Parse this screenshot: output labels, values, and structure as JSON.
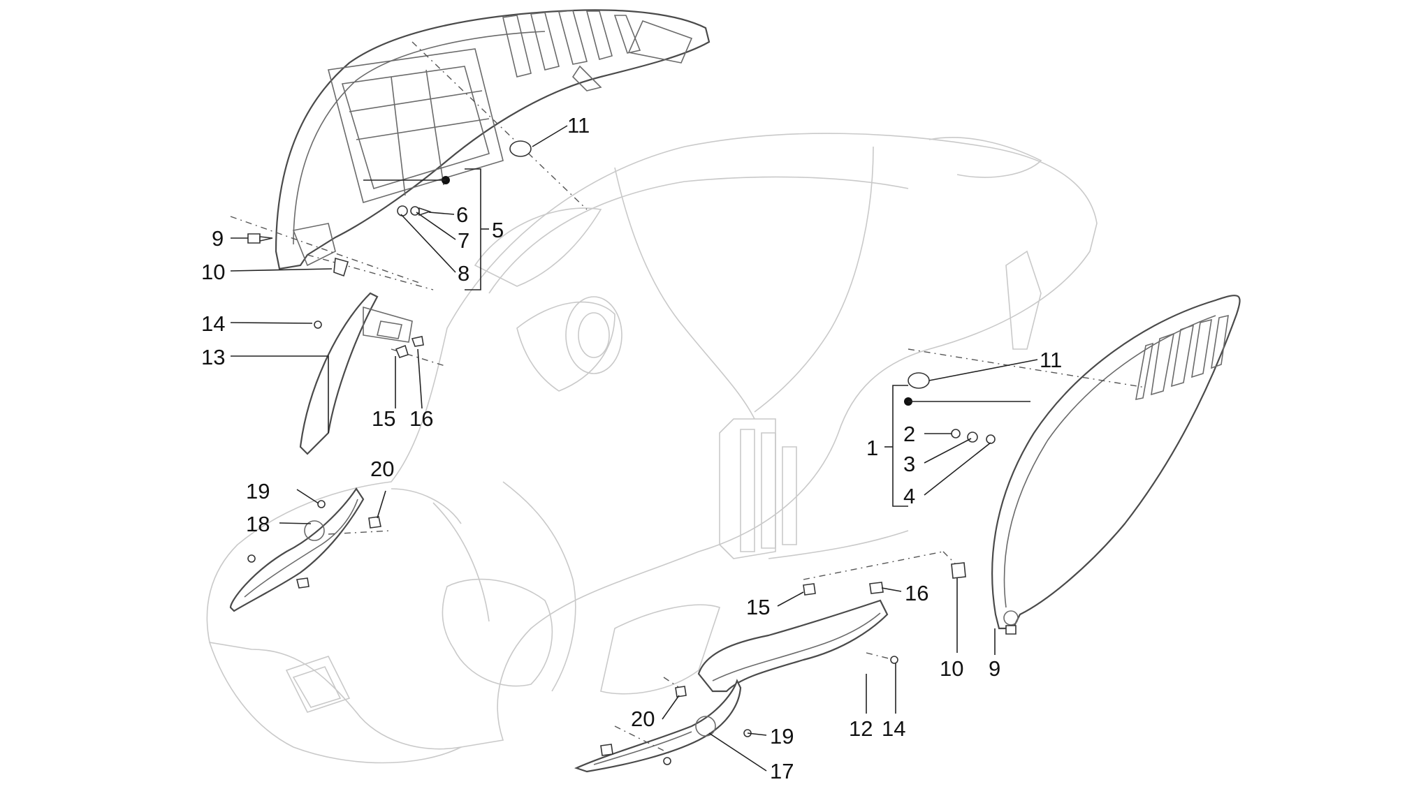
{
  "diagram": {
    "callouts": [
      {
        "id": "c11a",
        "text": "11"
      },
      {
        "id": "c6",
        "text": "6"
      },
      {
        "id": "c5",
        "text": "5"
      },
      {
        "id": "c7",
        "text": "7"
      },
      {
        "id": "c8",
        "text": "8"
      },
      {
        "id": "c9a",
        "text": "9"
      },
      {
        "id": "c10a",
        "text": "10"
      },
      {
        "id": "c14a",
        "text": "14"
      },
      {
        "id": "c13",
        "text": "13"
      },
      {
        "id": "c15a",
        "text": "15"
      },
      {
        "id": "c16a",
        "text": "16"
      },
      {
        "id": "c20a",
        "text": "20"
      },
      {
        "id": "c19a",
        "text": "19"
      },
      {
        "id": "c18",
        "text": "18"
      },
      {
        "id": "c11b",
        "text": "11"
      },
      {
        "id": "c2",
        "text": "2"
      },
      {
        "id": "c1",
        "text": "1"
      },
      {
        "id": "c3",
        "text": "3"
      },
      {
        "id": "c4",
        "text": "4"
      },
      {
        "id": "c15b",
        "text": "15"
      },
      {
        "id": "c16b",
        "text": "16"
      },
      {
        "id": "c10b",
        "text": "10"
      },
      {
        "id": "c9b",
        "text": "9"
      },
      {
        "id": "c12",
        "text": "12"
      },
      {
        "id": "c14b",
        "text": "14"
      },
      {
        "id": "c20b",
        "text": "20"
      },
      {
        "id": "c19b",
        "text": "19"
      },
      {
        "id": "c17",
        "text": "17"
      }
    ]
  }
}
